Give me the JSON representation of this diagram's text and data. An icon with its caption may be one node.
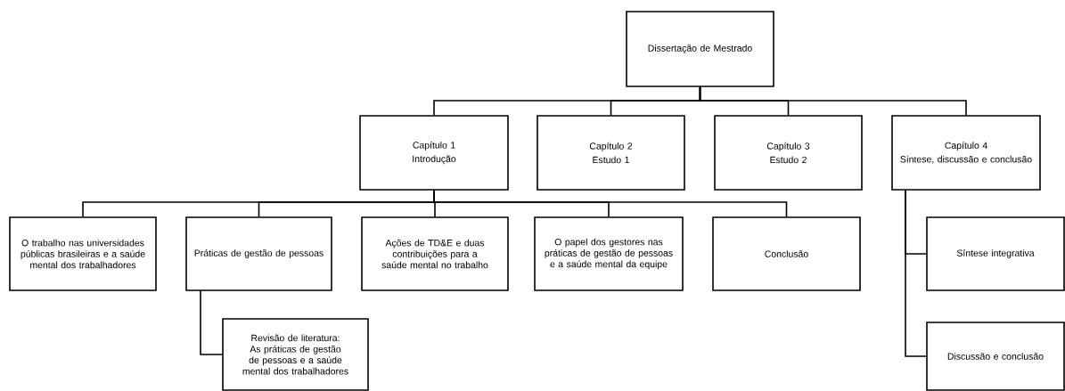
{
  "diagram": {
    "nodes": [
      {
        "text": [
          "Dissertação de Mestrado"
        ]
      },
      {
        "text": [
          "Capítulo 1",
          "Introdução"
        ]
      },
      {
        "text": [
          "Capítulo 2",
          "Estudo 1"
        ]
      },
      {
        "text": [
          "Capítulo 3",
          "Estudo 2"
        ]
      },
      {
        "text": [
          "Capítulo 4",
          "Síntese, discussão e conclusão"
        ]
      },
      {
        "text": [
          "O trabalho nas universidades públicas brasileiras e a saúde mental dos trabalhadores"
        ]
      },
      {
        "text": [
          "Práticas de gestão de pessoas"
        ]
      },
      {
        "text": [
          "Ações de TD&E e duas contribuições para a saúde mental no trabalho"
        ]
      },
      {
        "text": [
          "O papel dos gestores nas práticas de gestão de pessoas e a saúde mental da equipe"
        ]
      },
      {
        "text": [
          "Conclusão"
        ]
      },
      {
        "text": [
          "Revisão de literatura: As práticas de gestão de pessoas e a saúde mental dos trabalhadores"
        ]
      },
      {
        "text": [
          "Síntese integrativa"
        ]
      },
      {
        "text": [
          "Discussão e conclusão"
        ]
      }
    ],
    "edges": [
      {
        "from": 0,
        "to": 1,
        "arrow": "none"
      },
      {
        "from": 0,
        "to": 2,
        "arrow": "none"
      },
      {
        "from": 0,
        "to": 3,
        "arrow": "none"
      },
      {
        "from": 0,
        "to": 4,
        "arrow": "none"
      },
      {
        "from": 1,
        "to": 5,
        "arrow": "none"
      },
      {
        "from": 1,
        "to": 6,
        "arrow": "none"
      },
      {
        "from": 1,
        "to": 7,
        "arrow": "none"
      },
      {
        "from": 1,
        "to": 8,
        "arrow": "none"
      },
      {
        "from": 1,
        "to": 9,
        "arrow": "none"
      },
      {
        "from": 6,
        "to": 10,
        "arrow": "none"
      },
      {
        "from": 4,
        "to": 11,
        "arrow": "none"
      },
      {
        "from": 4,
        "to": 12,
        "arrow": "none"
      }
    ]
  }
}
